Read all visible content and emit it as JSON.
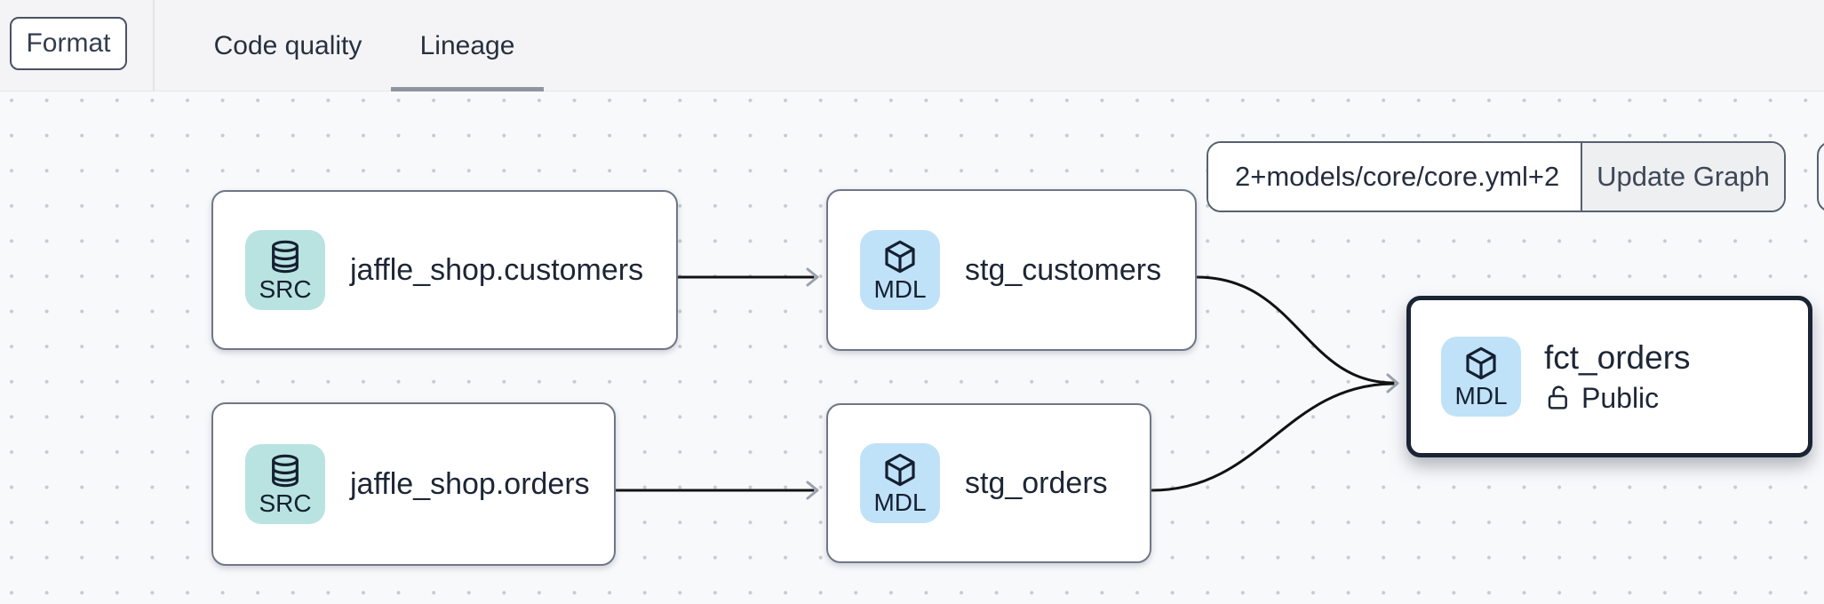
{
  "header": {
    "format_label": "Format",
    "tabs": [
      {
        "label": "Code quality",
        "active": false
      },
      {
        "label": "Lineage",
        "active": true
      }
    ]
  },
  "toolbar": {
    "selector_value": "2+models/core/core.yml+2",
    "update_label": "Update Graph"
  },
  "graph": {
    "nodes": [
      {
        "id": "src-customers",
        "type_label": "SRC",
        "label": "jaffle_shop.customers"
      },
      {
        "id": "stg-customers",
        "type_label": "MDL",
        "label": "stg_customers"
      },
      {
        "id": "src-orders",
        "type_label": "SRC",
        "label": "jaffle_shop.orders"
      },
      {
        "id": "stg-orders",
        "type_label": "MDL",
        "label": "stg_orders"
      },
      {
        "id": "fct-orders",
        "type_label": "MDL",
        "label": "fct_orders",
        "access": "Public",
        "selected": true
      }
    ],
    "edges": [
      {
        "from": "jaffle_shop.customers",
        "to": "stg_customers"
      },
      {
        "from": "jaffle_shop.orders",
        "to": "stg_orders"
      },
      {
        "from": "stg_customers",
        "to": "fct_orders"
      },
      {
        "from": "stg_orders",
        "to": "fct_orders"
      }
    ]
  },
  "colors": {
    "source_badge": "#b9e3e0",
    "model_badge": "#c0e2f8",
    "selected_node_border": "#1b2433",
    "edge": "#121212",
    "arrowhead": "#9aa2ae",
    "tab_underline": "#8e95a1",
    "header_bg": "#f4f4f6",
    "canvas_bg": "#f8f9fb"
  }
}
